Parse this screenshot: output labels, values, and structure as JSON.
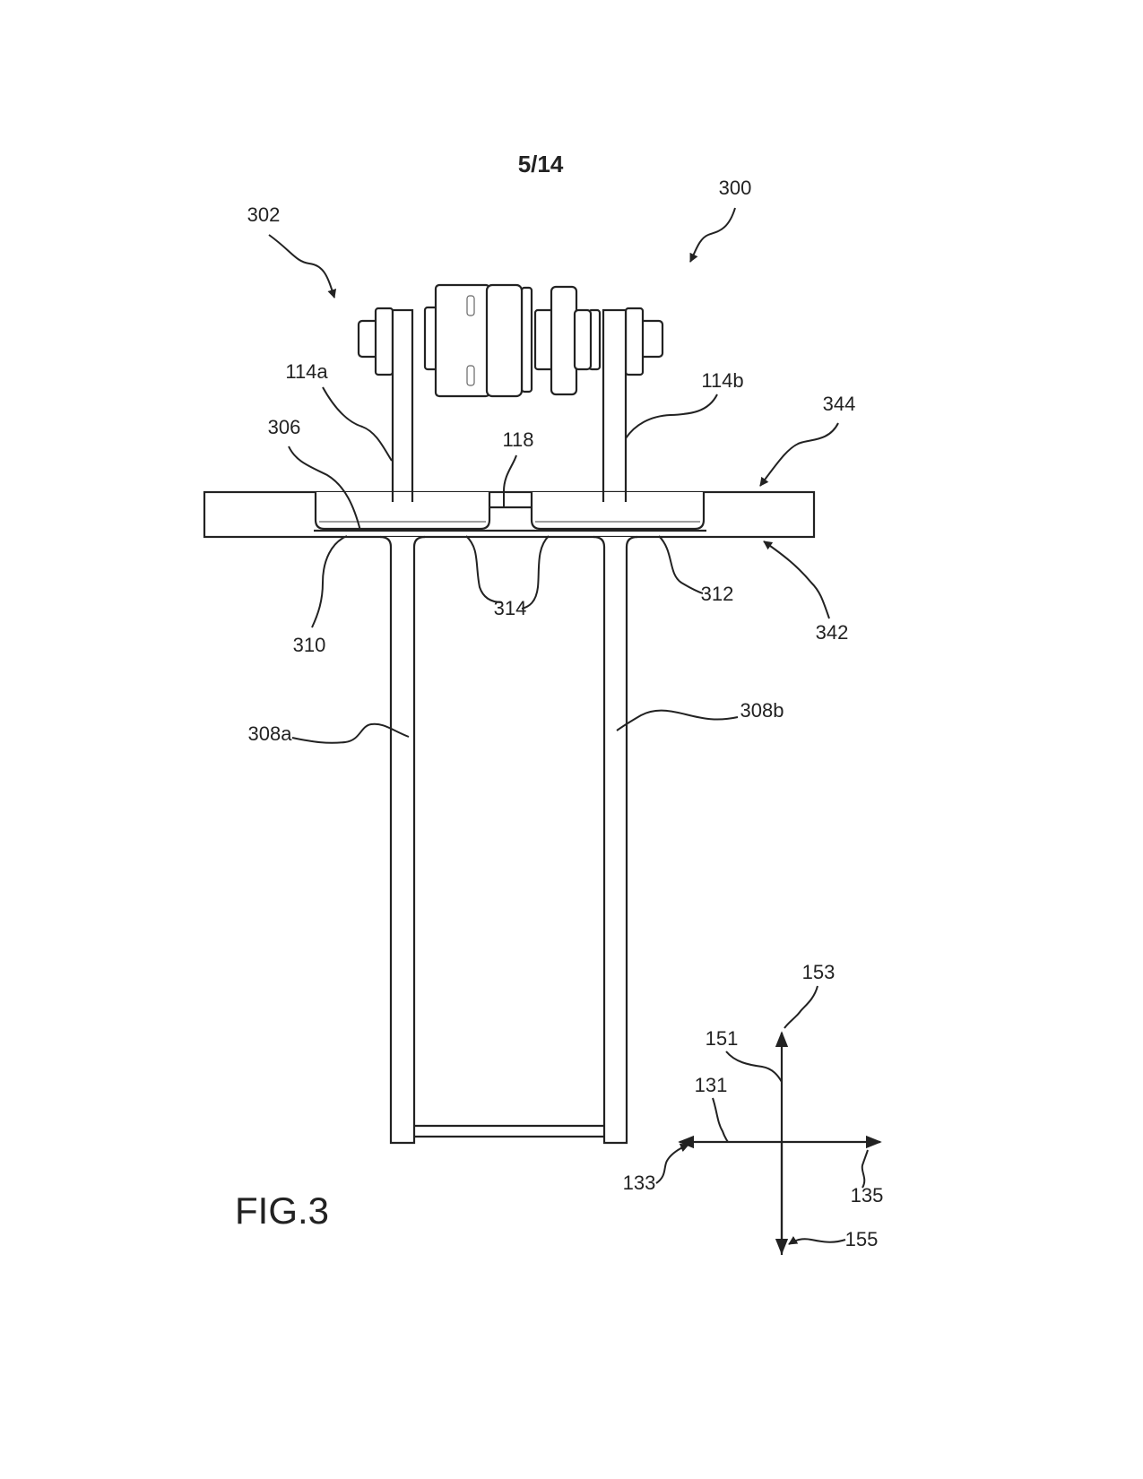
{
  "sheet": {
    "page_number": "5/14",
    "figure_label": "FIG.3"
  },
  "references": {
    "r300": "300",
    "r302": "302",
    "r114a": "114a",
    "r114b": "114b",
    "r344": "344",
    "r306": "306",
    "r118": "118",
    "r310": "310",
    "r314": "314",
    "r312": "312",
    "r342": "342",
    "r308a": "308a",
    "r308b": "308b",
    "r153": "153",
    "r151": "151",
    "r131": "131",
    "r133": "133",
    "r135": "135",
    "r155": "155"
  }
}
